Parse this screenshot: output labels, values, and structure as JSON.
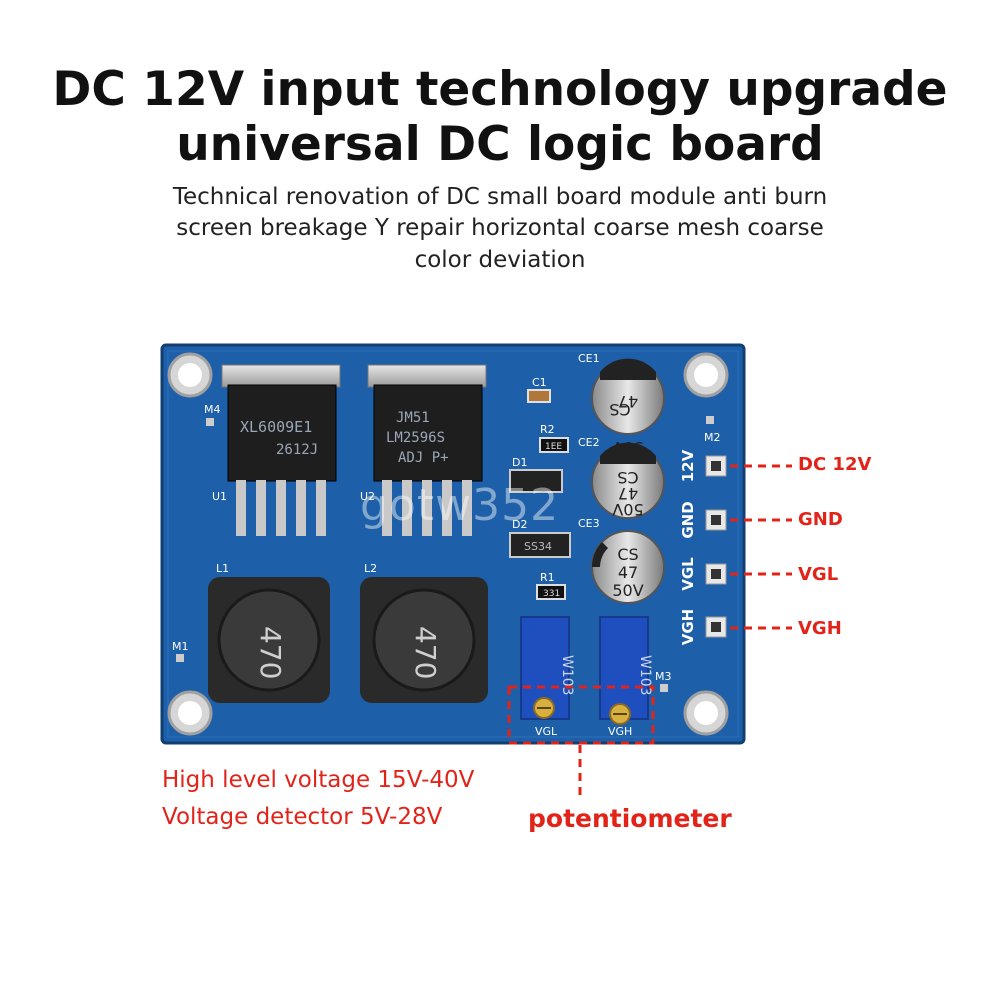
{
  "header": {
    "title_line1": "DC 12V input technology upgrade",
    "title_line2": "universal DC logic board",
    "subtitle_line1": "Technical renovation of DC small board module anti burn",
    "subtitle_line2": "screen breakage Y repair horizontal coarse mesh coarse",
    "subtitle_line3": "color deviation"
  },
  "pins": [
    {
      "silk": "12V",
      "label": "DC 12V"
    },
    {
      "silk": "GND",
      "label": "GND"
    },
    {
      "silk": "VGL",
      "label": "VGL"
    },
    {
      "silk": "VGH",
      "label": "VGH"
    }
  ],
  "notes": {
    "line1": "High level voltage 15V-40V",
    "line2": "Voltage detector 5V-28V"
  },
  "potentiometer_label": "potentiometer",
  "board": {
    "chip1_line1": "XL6009E1",
    "chip1_line2": "2612J",
    "chip2_line1": "JM51",
    "chip2_line2": "LM2596S",
    "chip2_line3": "ADJ P+",
    "inductor1": "470",
    "inductor2": "470",
    "cap1_line1": "CS",
    "cap1_line2": "47",
    "cap1_line3": "50V",
    "cap2_line1": "CS",
    "cap2_line2": "47",
    "cap2_line3": "50V",
    "cap3_line1": "CS",
    "cap3_line2": "47",
    "cap3_line3": "50V",
    "pot1_text": "W103",
    "pot2_text": "W103",
    "silk_u1": "U1",
    "silk_u2": "U2",
    "silk_l1": "L1",
    "silk_l2": "L2",
    "silk_m1": "M1",
    "silk_m2": "M2",
    "silk_m3": "M3",
    "silk_m4": "M4",
    "silk_c1": "C1",
    "silk_r1": "R1",
    "silk_r2": "R2",
    "silk_d1": "D1",
    "silk_d2": "D2",
    "silk_ce1": "CE1",
    "silk_ce2": "CE2",
    "silk_ce3": "CE3",
    "silk_vgl": "VGL",
    "silk_vgh": "VGH",
    "r1_value": "331",
    "r2_value": "1EE",
    "d2_text": "SS34"
  },
  "watermark": "gotw352",
  "colors": {
    "pcb": "#1d5fa8",
    "pcb_dark": "#13477f",
    "callout": "#e2231a",
    "inductor": "#2a2a2a",
    "pot": "#1f4fbf"
  }
}
